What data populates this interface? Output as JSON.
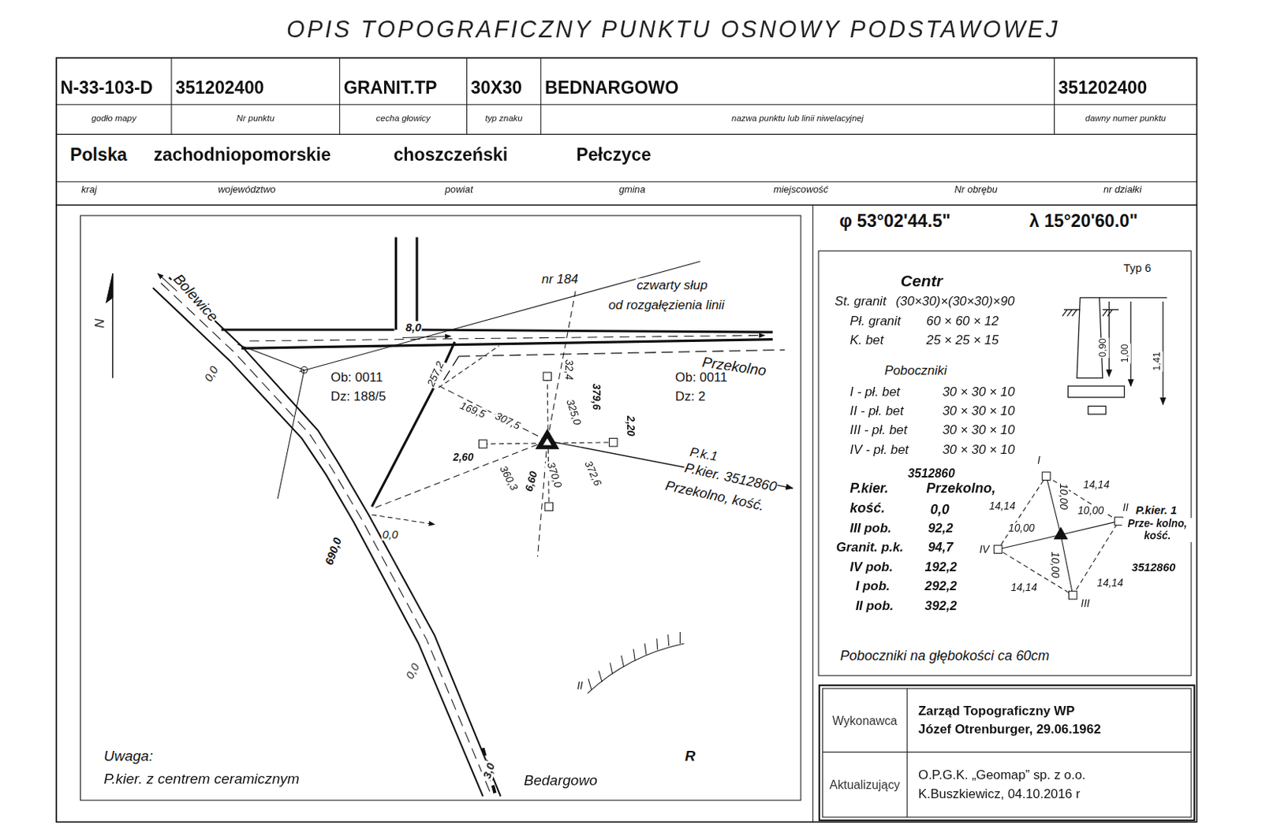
{
  "diagram": {
    "title": "OPIS TOPOGRAFICZNY PUNKTU OSNOWY PODSTAWOWEJ",
    "nodes": [
      {
        "text": [
          "N-33-103-D",
          "godło mapy"
        ]
      },
      {
        "text": [
          "351202400",
          "Nr punktu"
        ]
      },
      {
        "text": [
          "GRANIT.TP",
          "cecha głowicy"
        ]
      },
      {
        "text": [
          "30X30",
          "typ znaku"
        ]
      },
      {
        "text": [
          "BEDNARGOWO",
          "nazwa punktu lub linii niwelacyjnej"
        ]
      },
      {
        "text": [
          "351202400",
          "dawny numer punktu"
        ]
      },
      {
        "text": [
          "Wykonawca"
        ]
      },
      {
        "text": [
          "Zarząd Topograficzny WP",
          "Józef Otrenburger, 29.06.1962"
        ]
      },
      {
        "text": [
          "Aktualizujący"
        ]
      },
      {
        "text": [
          "O.P.G.K. „Geomap” sp. z o.o.",
          "K.Buszkiewicz, 04.10.2016 r"
        ]
      }
    ],
    "labels": [
      "Polska",
      "zachodniopomorskie",
      "choszczeński",
      "Pełczyce",
      "kraj",
      "województwo",
      "powiat",
      "gmina",
      "miejscowość",
      "Nr obrębu",
      "nr działki",
      "φ 53°02'44.5\"",
      "λ 15°20'60.0\"",
      "Bolewice",
      "0,0",
      "nr 184",
      "czwarty słup",
      "od rozgałęzienia linii",
      "8,0",
      "Przekolno",
      "Ob: 0011",
      "Dz: 188/5",
      "Ob: 0011",
      "Dz: 2",
      "257,2",
      "169,5",
      "307,5",
      "32,4",
      "325,0",
      "379,6",
      "2,20",
      "P.k.1",
      "P.kier. 3512860",
      "Przekolno, kość.",
      "2,60",
      "360,3",
      "6,60",
      "370,0",
      "372,6",
      "0,0",
      "690,0",
      "0,0",
      "3,0",
      "II",
      "R",
      "Uwaga:",
      "P.kier. z centrem ceramicznym",
      "Bedargowo",
      "N",
      "Centr",
      "St. granit",
      "(30×30)×(30×30)×90",
      "Pł. granit",
      "60 × 60 × 12",
      "K. bet",
      "25 × 25 × 15",
      "Typ 6",
      "0,90",
      "1,00",
      "1,41",
      "Poboczniki",
      "I - pł. bet",
      "30 × 30 × 10",
      "II - pł. bet",
      "30 × 30 × 10",
      "III - pł. bet",
      "30 × 30 × 10",
      "IV - pł. bet",
      "30 × 30 × 10",
      "3512860",
      "P.kier.",
      "Przekolno,",
      "kość.",
      "0,0",
      "III pob.",
      "92,2",
      "Granit. p.k.",
      "94,7",
      "IV pob.",
      "192,2",
      "I pob.",
      "292,2",
      "II pob.",
      "392,2",
      "I",
      "II",
      "III",
      "IV",
      "14,14",
      "14,14",
      "14,14",
      "14,14",
      "10,00",
      "10,00",
      "10,00",
      "10,00",
      "P.kier. 1",
      "Prze- kolno, kość.",
      "3512860",
      "Poboczniki na głębokości ca 60cm"
    ]
  }
}
